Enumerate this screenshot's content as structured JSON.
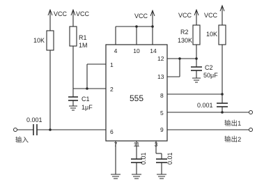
{
  "chip": {
    "label": "555"
  },
  "pins": {
    "p1": "1",
    "p2": "2",
    "p3": "3",
    "p4": "4",
    "p5": "5",
    "p6": "6",
    "p7": "7",
    "p8": "8",
    "p9": "9",
    "p10": "10",
    "p11": "11",
    "p12": "12",
    "p13": "13",
    "p14": "14"
  },
  "supply": {
    "vcc": "VCC"
  },
  "components": {
    "r_left": {
      "value": "10K"
    },
    "r1": {
      "name": "R1",
      "value": "1M"
    },
    "c1": {
      "name": "C1",
      "value": "1μF"
    },
    "r2": {
      "name": "R2",
      "value": "130K"
    },
    "c2": {
      "name": "C2",
      "value": "50μF"
    },
    "r_right": {
      "value": "10K"
    },
    "c_in": {
      "value": "0.001"
    },
    "c_out": {
      "value": "0.001"
    },
    "c_pin11": {
      "value": "0.01"
    },
    "c_pin3": {
      "value": "0.01"
    }
  },
  "io": {
    "input": "输入",
    "output1": "输出1",
    "output2": "输出2"
  }
}
